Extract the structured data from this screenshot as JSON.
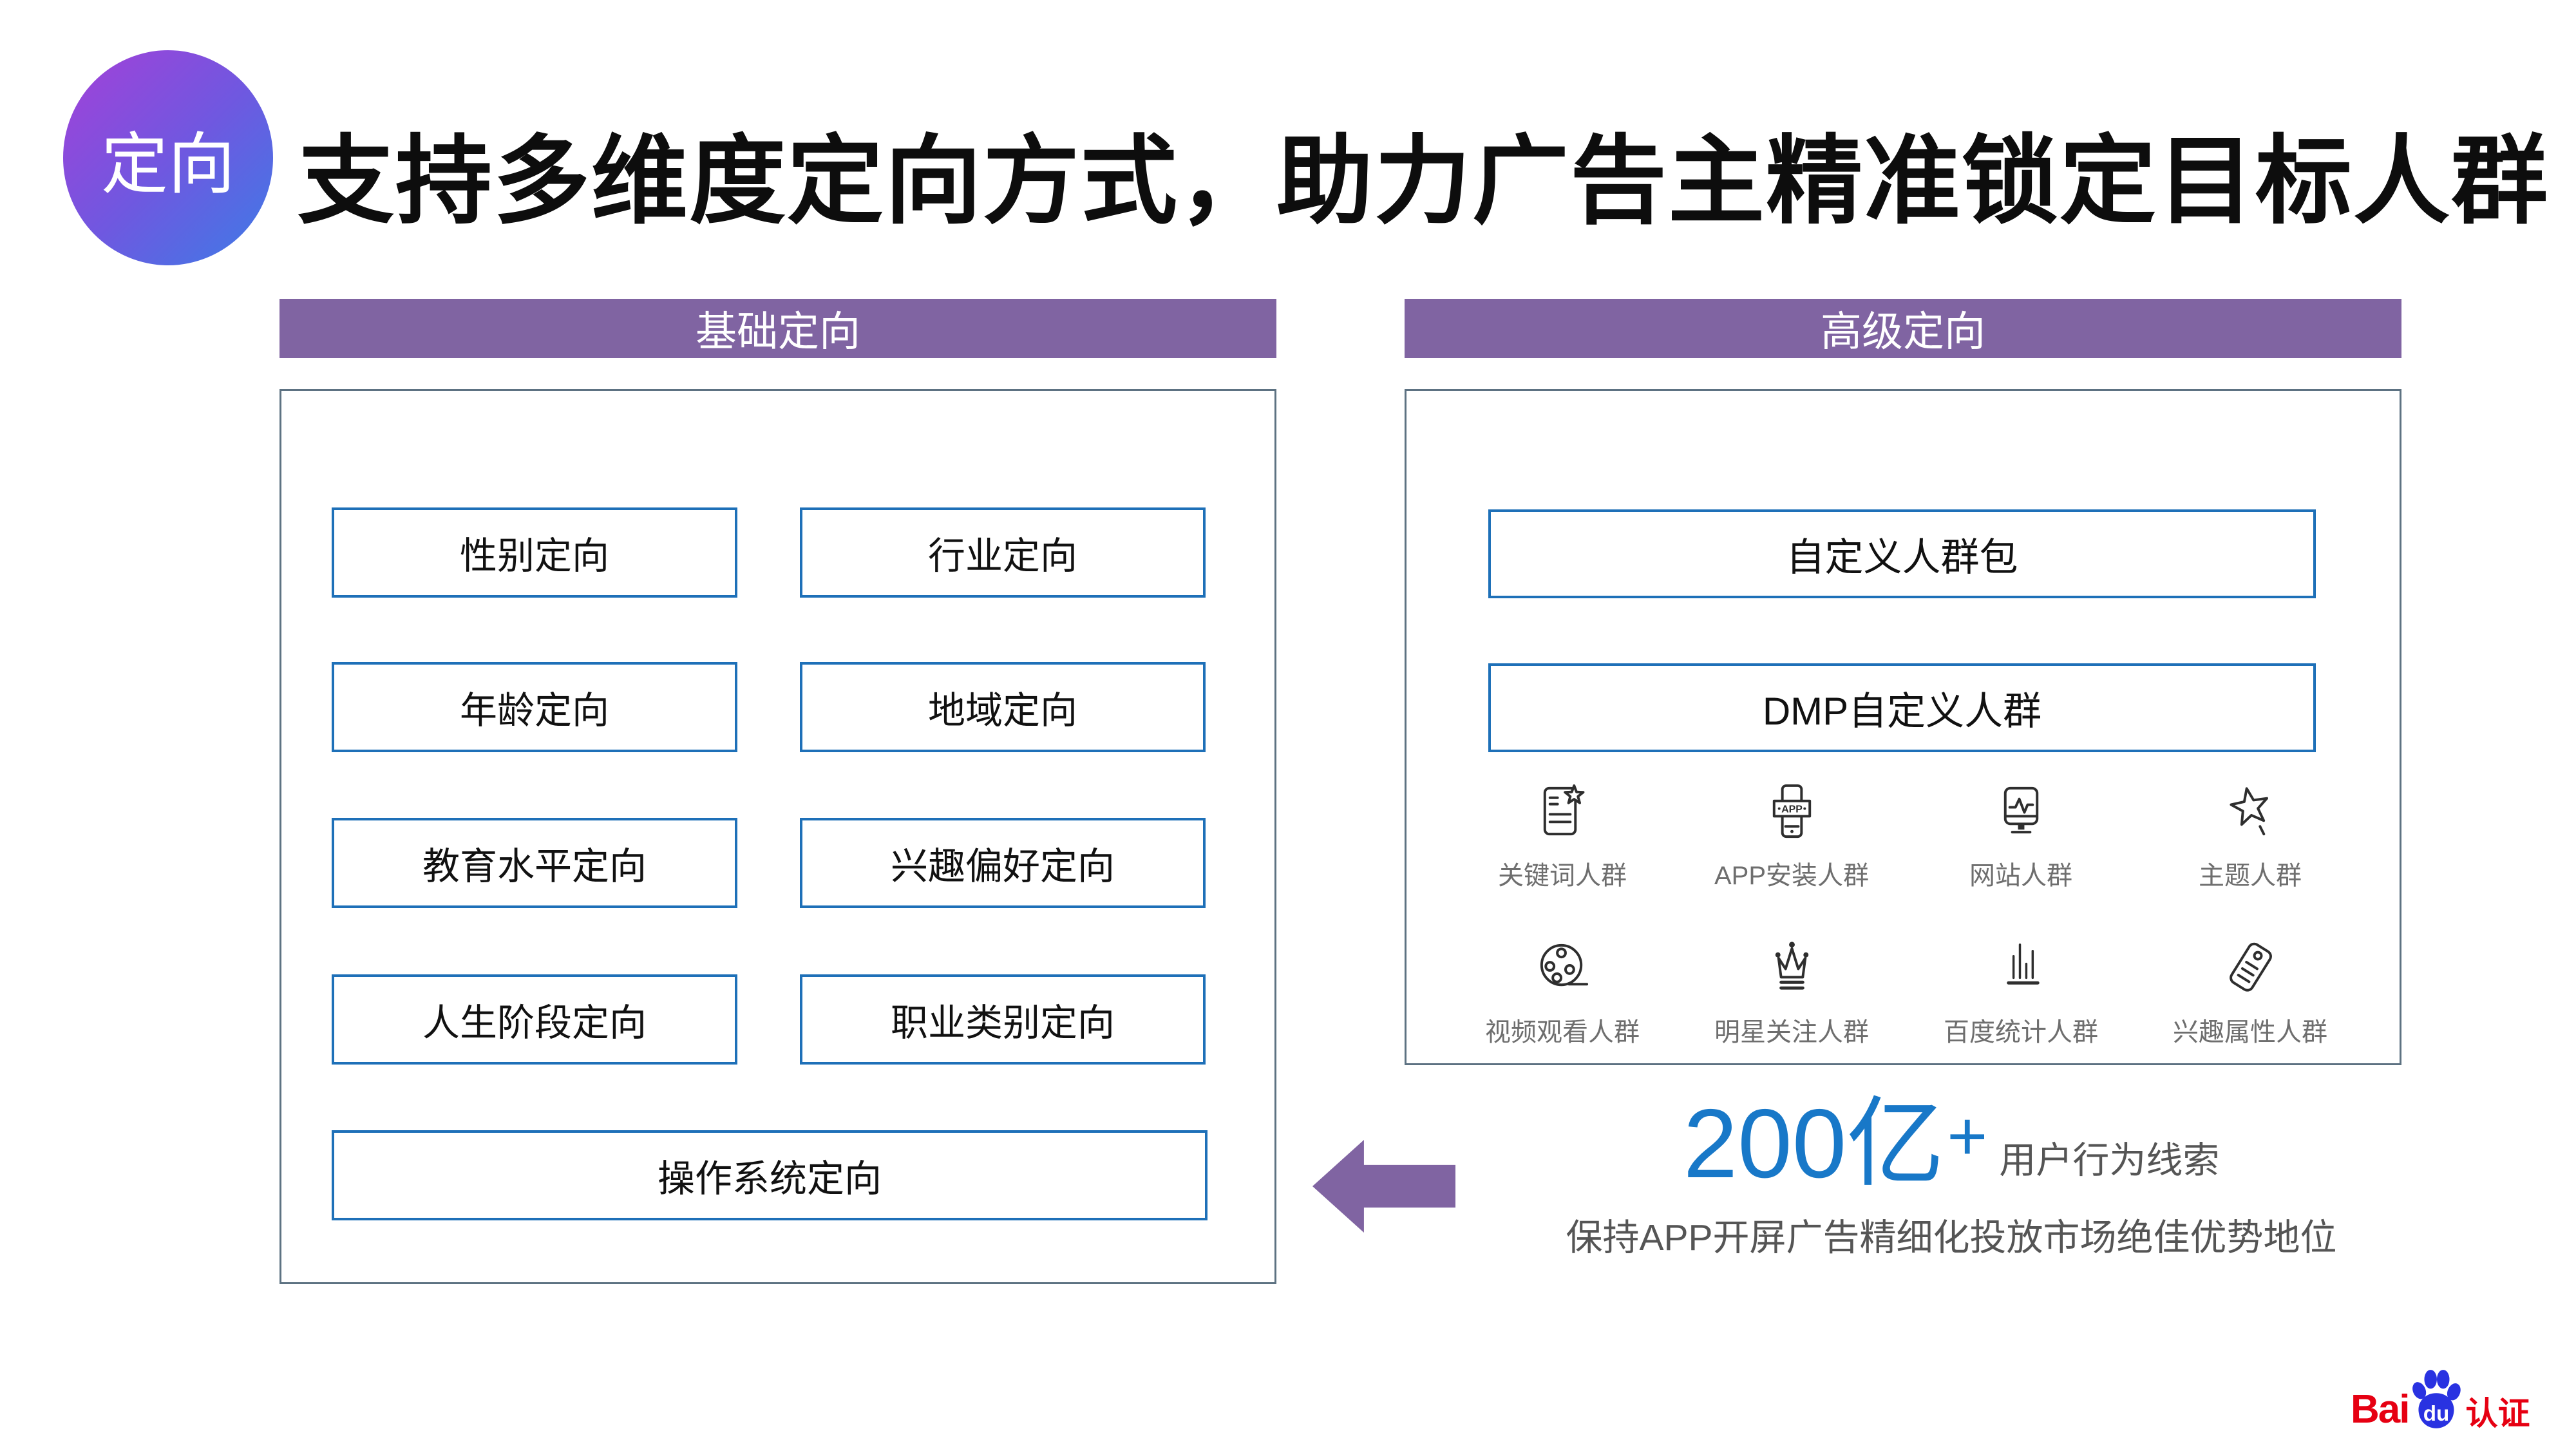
{
  "badge": {
    "label": "定向"
  },
  "title": "支持多维度定向方式，助力广告主精准锁定目标人群",
  "basic": {
    "header": "基础定向",
    "items": [
      "性别定向",
      "行业定向",
      "年龄定向",
      "地域定向",
      "教育水平定向",
      "兴趣偏好定向",
      "人生阶段定向",
      "职业类别定向"
    ],
    "full_item": "操作系统定向"
  },
  "advanced": {
    "header": "高级定向",
    "boxes": [
      "自定义人群包",
      "DMP自定义人群"
    ],
    "app_icon_text": "APP",
    "icon_items": [
      {
        "icon": "keyword-doc-icon",
        "label": "关键词人群"
      },
      {
        "icon": "app-install-icon",
        "label": "APP安装人群"
      },
      {
        "icon": "website-monitor-icon",
        "label": "网站人群"
      },
      {
        "icon": "topic-star-icon",
        "label": "主题人群"
      },
      {
        "icon": "video-reel-icon",
        "label": "视频观看人群"
      },
      {
        "icon": "crown-icon",
        "label": "明星关注人群"
      },
      {
        "icon": "stats-chart-icon",
        "label": "百度统计人群"
      },
      {
        "icon": "interest-tag-icon",
        "label": "兴趣属性人群"
      }
    ]
  },
  "callout": {
    "number": "200亿",
    "plus": "+",
    "suffix": "用户行为线索",
    "description": "保持APP开屏广告精细化投放市场绝佳优势地位"
  },
  "logo": {
    "bai": "Bai",
    "du": "du",
    "renzheng": "认证"
  },
  "colors": {
    "header_purple": "#8064a2",
    "box_border_blue": "#1e70b8",
    "panel_border_gray": "#5d7282",
    "accent_blue": "#1878c8",
    "badge_gradient_start": "#a440d8",
    "badge_gradient_end": "#3c7ce6",
    "baidu_red": "#e60012",
    "baidu_blue": "#2932e1"
  }
}
